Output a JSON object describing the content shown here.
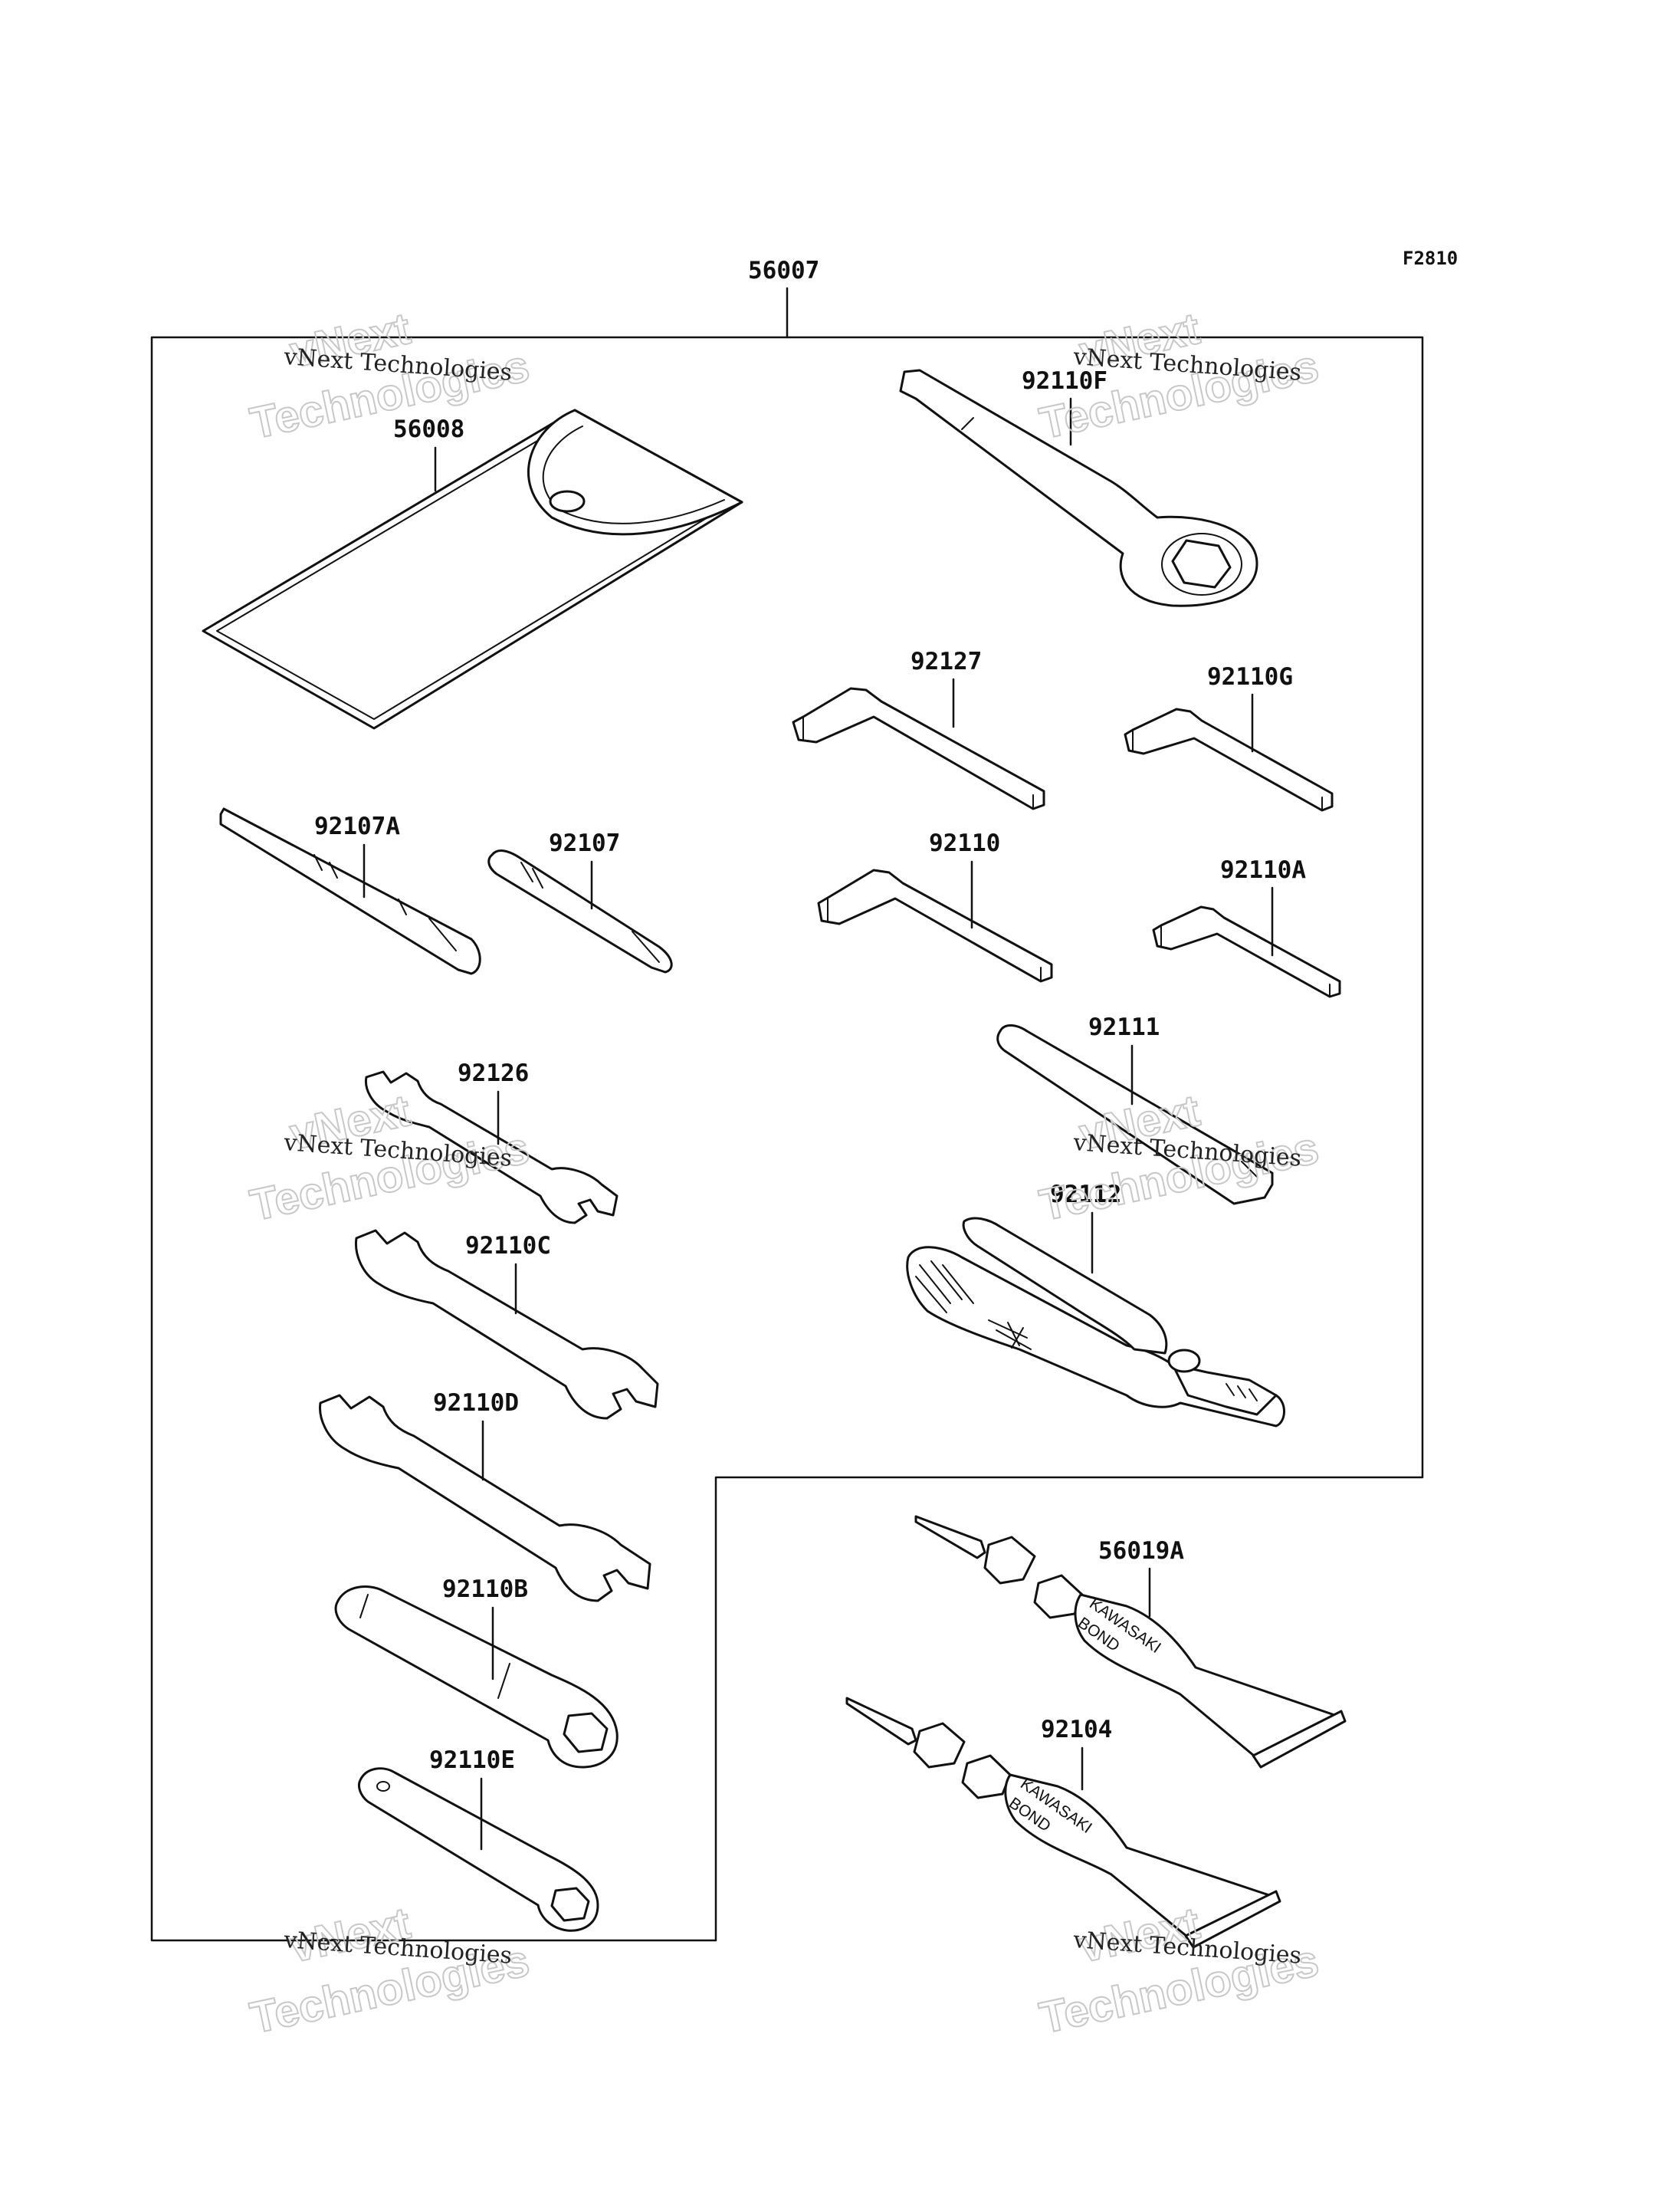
{
  "figure_code": "F2810",
  "assembly_label": "56007",
  "parts": {
    "p56008": "56008",
    "p92110F": "92110F",
    "p92127": "92127",
    "p92110G": "92110G",
    "p92107A": "92107A",
    "p92107": "92107",
    "p92110": "92110",
    "p92110A": "92110A",
    "p92111": "92111",
    "p92126": "92126",
    "p92112": "92112",
    "p92110C": "92110C",
    "p92110D": "92110D",
    "p56019A": "56019A",
    "p92110B": "92110B",
    "p92104": "92104",
    "p92110E": "92110E"
  },
  "tube_print": {
    "brand": "KAWASAKI",
    "product": "BOND"
  },
  "watermark": {
    "line_small": "vNext Technologies",
    "line_big_1": "vNext",
    "line_big_2": "Technologies"
  }
}
